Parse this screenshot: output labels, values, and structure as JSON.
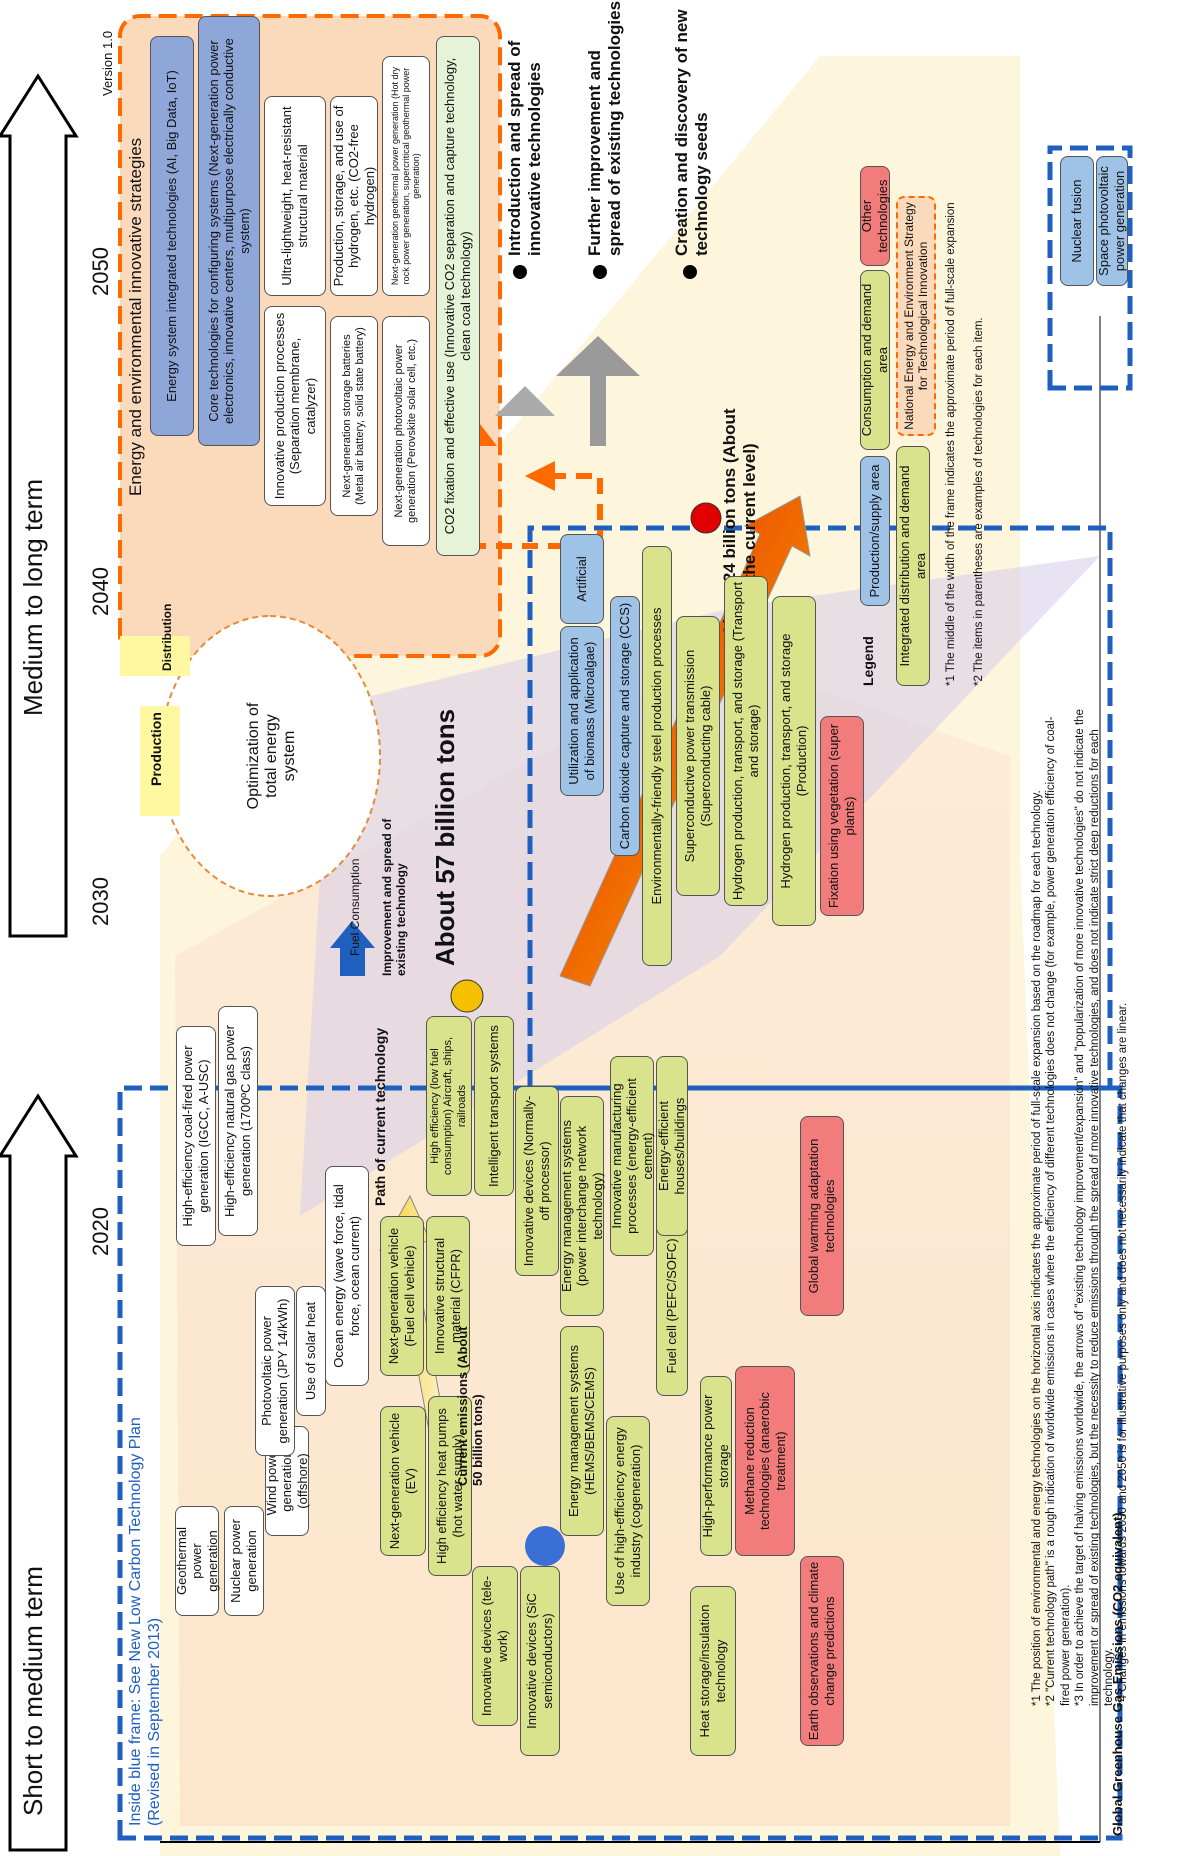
{
  "header": {
    "short_term": "Short to medium term",
    "long_term": "Medium to long term",
    "years": [
      "2020",
      "2030",
      "2040",
      "2050"
    ],
    "version": "Version 1.0"
  },
  "axis": {
    "y_label": "Global Greenhouse Gas Emissions (CO2 equivalent)"
  },
  "blue_frame": {
    "title_line1": "Inside blue frame: See New Low Carbon Technology Plan",
    "title_line2": "(Revised in September 2013)"
  },
  "path_labels": {
    "path_current": "Path of current technology",
    "improvement": "Improvement and spread of existing technology",
    "fuel": "Fuel Consumption",
    "production": "Production",
    "distribution": "Distribution",
    "optimization": "Optimization of total energy system"
  },
  "emissions": {
    "current": "Current emissions (About 50 billion tons)",
    "about57": "About 57 billion tons",
    "about24": "About 24 billion tons (About half of the current level)"
  },
  "arrow_legend": {
    "introduction": "Introduction and spread of innovative technologies",
    "further": "Further improvement and spread of existing technologies",
    "creation": "Creation and discovery of new technology seeds"
  },
  "short_items": [
    "Geothermal power generation",
    "Nuclear power generation",
    "Wind power generation (offshore)",
    "Photovoltaic power generation (JPY 14/kWh)",
    "Use of solar heat",
    "Ocean energy (wave force, tidal force, ocean current)",
    "High-efficiency coal-fired power generation (IGCC, A-USC)",
    "High-efficiency natural gas power generation (1700ºC class)",
    "Next-generation vehicle (EV)",
    "High efficiency heat pumps (hot water supply)",
    "Next-generation vehicle (Fuel cell vehicle)",
    "Innovative structural material (CFPR)",
    "High efficiency (low fuel consumption) Aircraft, ships, railroads",
    "Innovative devices (tele-work)",
    "Innovative devices (SiC semiconductors)",
    "Energy management systems (HEMS/BEMS/CEMS)",
    "Intelligent transport systems",
    "Innovative devices (Normally-off processor)",
    "Use of high-efficiency energy industry (cogeneration)",
    "Energy management systems (power interchange network technology)",
    "Fuel cell (PEFC/SOFC)",
    "Innovative manufacturing processes (energy-efficient cement)",
    "Energy-efficient houses/buildings",
    "Heat storage/insulation technology",
    "High-performance power storage",
    "Methane reduction technologies (anaerobic treatment)",
    "Earth observations and climate change predictions",
    "Global warming adaptation technologies"
  ],
  "long_items": [
    "Utilization and application of biomass (Microalgae)",
    "Artificial",
    "Carbon dioxide capture and storage (CCS)",
    "Environmentally-friendly steel production processes",
    "Superconductive power transmission (Superconducting cable)",
    "Hydrogen production, transport, and storage (Transport and storage)",
    "Hydrogen production, transport, and storage (Production)",
    "Fixation using vegetation (super plants)"
  ],
  "strategies": {
    "title": "Energy and environmental innovative strategies",
    "items": [
      "Energy system integrated technologies (AI, Big Data, IoT)",
      "Core technologies for configuring systems (Next-generation power electronics, innovative centers, multipurpose electrically conductive system)",
      "Innovative production processes (Separation membrane, catalyzer)",
      "Ultra-lightweight, heat-resistant structural material",
      "Next-generation storage batteries (Metal air battery, solid state battery)",
      "Production, storage, and use of hydrogen, etc. (CO2-free hydrogen)",
      "Next-generation photovoltaic power generation (Perovskite solar cell, etc.)",
      "Next-generation geothermal power generation (Hot dry rock power generation, supercritical geothermal power generation)",
      "CO2 fixation and effective use (Innovative CO2 separation and capture technology, clean coal technology)"
    ]
  },
  "future_items": [
    "Nuclear fusion",
    "Space photovoltaic power generation"
  ],
  "legend": {
    "title": "Legend",
    "production": "Production/supply area",
    "consumption": "Consumption and demand area",
    "other": "Other technologies",
    "integrated": "Integrated distribution and demand area",
    "national": "National Energy and Environment Strategy for Technological Innovation",
    "note1": "*1 The middle of the width of the frame indicates the approximate period of full-scale expansion",
    "note2": "*2 The items in parentheses are examples of technologies for each item."
  },
  "footnotes": [
    "*1 The position of environmental and energy technologies on the horizontal axis indicates the approximate period of full-scale expansion based on the roadmap for each technology.",
    "*2 \"Current technology path\" is a rough indication of worldwide emissions in cases where the efficiency of different technologies does not change (for example, power generation efficiency of coal-fired power generation).",
    "*3 In order to achieve the target of halving emissions worldwide, the arrows of \"existing technology improvement/expansion\" and \"popularization of more innovative technologies\" do not indicate the improvement or spread of existing technologies, but the necessity to reduce emissions through the spread of more innovative technologies, and does not indicate strict deep reductions for each technology.",
    "*4 Changes in emissions towards 2030 and 2050 is for illustrative purposes only and does not necessarily indicate that changes are linear."
  ],
  "colors": {
    "green": "#d9e38c",
    "blue": "#9ec3e6",
    "red": "#f27c7c",
    "purple_blue": "#8fa6d9",
    "frame_blue": "#1f5fbf",
    "orange": "#ff6a00"
  }
}
